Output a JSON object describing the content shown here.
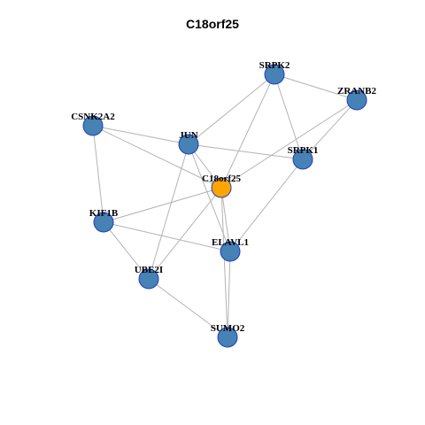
{
  "title": "C18orf25",
  "colors": {
    "node_fill": "#4682b4",
    "center_fill": "#ffa500",
    "node_stroke": "#1f3fbf",
    "edge": "#b3b3b3"
  },
  "nodes": [
    {
      "id": "SRPK2",
      "label": "SRPK2",
      "center": false
    },
    {
      "id": "ZRANB2",
      "label": "ZRANB2",
      "center": false
    },
    {
      "id": "CSNK2A2",
      "label": "CSNK2A2",
      "center": false
    },
    {
      "id": "JUN",
      "label": "JUN",
      "center": false
    },
    {
      "id": "SRPK1",
      "label": "SRPK1",
      "center": false
    },
    {
      "id": "C18orf25",
      "label": "C18orf25",
      "center": true
    },
    {
      "id": "KIF1B",
      "label": "KIF1B",
      "center": false
    },
    {
      "id": "ELAVL1",
      "label": "ELAVL1",
      "center": false
    },
    {
      "id": "UBE2I",
      "label": "UBE2I",
      "center": false
    },
    {
      "id": "SUMO2",
      "label": "SUMO2",
      "center": false
    }
  ],
  "edges": [
    [
      "SRPK2",
      "ZRANB2"
    ],
    [
      "SRPK2",
      "JUN"
    ],
    [
      "SRPK2",
      "SRPK1"
    ],
    [
      "SRPK2",
      "C18orf25"
    ],
    [
      "ZRANB2",
      "SRPK1"
    ],
    [
      "ZRANB2",
      "C18orf25"
    ],
    [
      "CSNK2A2",
      "JUN"
    ],
    [
      "CSNK2A2",
      "KIF1B"
    ],
    [
      "CSNK2A2",
      "C18orf25"
    ],
    [
      "JUN",
      "SRPK1"
    ],
    [
      "JUN",
      "C18orf25"
    ],
    [
      "JUN",
      "UBE2I"
    ],
    [
      "JUN",
      "ELAVL1"
    ],
    [
      "SRPK1",
      "ELAVL1"
    ],
    [
      "C18orf25",
      "KIF1B"
    ],
    [
      "C18orf25",
      "ELAVL1"
    ],
    [
      "C18orf25",
      "UBE2I"
    ],
    [
      "C18orf25",
      "SUMO2"
    ],
    [
      "KIF1B",
      "ELAVL1"
    ],
    [
      "KIF1B",
      "UBE2I"
    ],
    [
      "ELAVL1",
      "SUMO2"
    ],
    [
      "UBE2I",
      "SUMO2"
    ]
  ]
}
